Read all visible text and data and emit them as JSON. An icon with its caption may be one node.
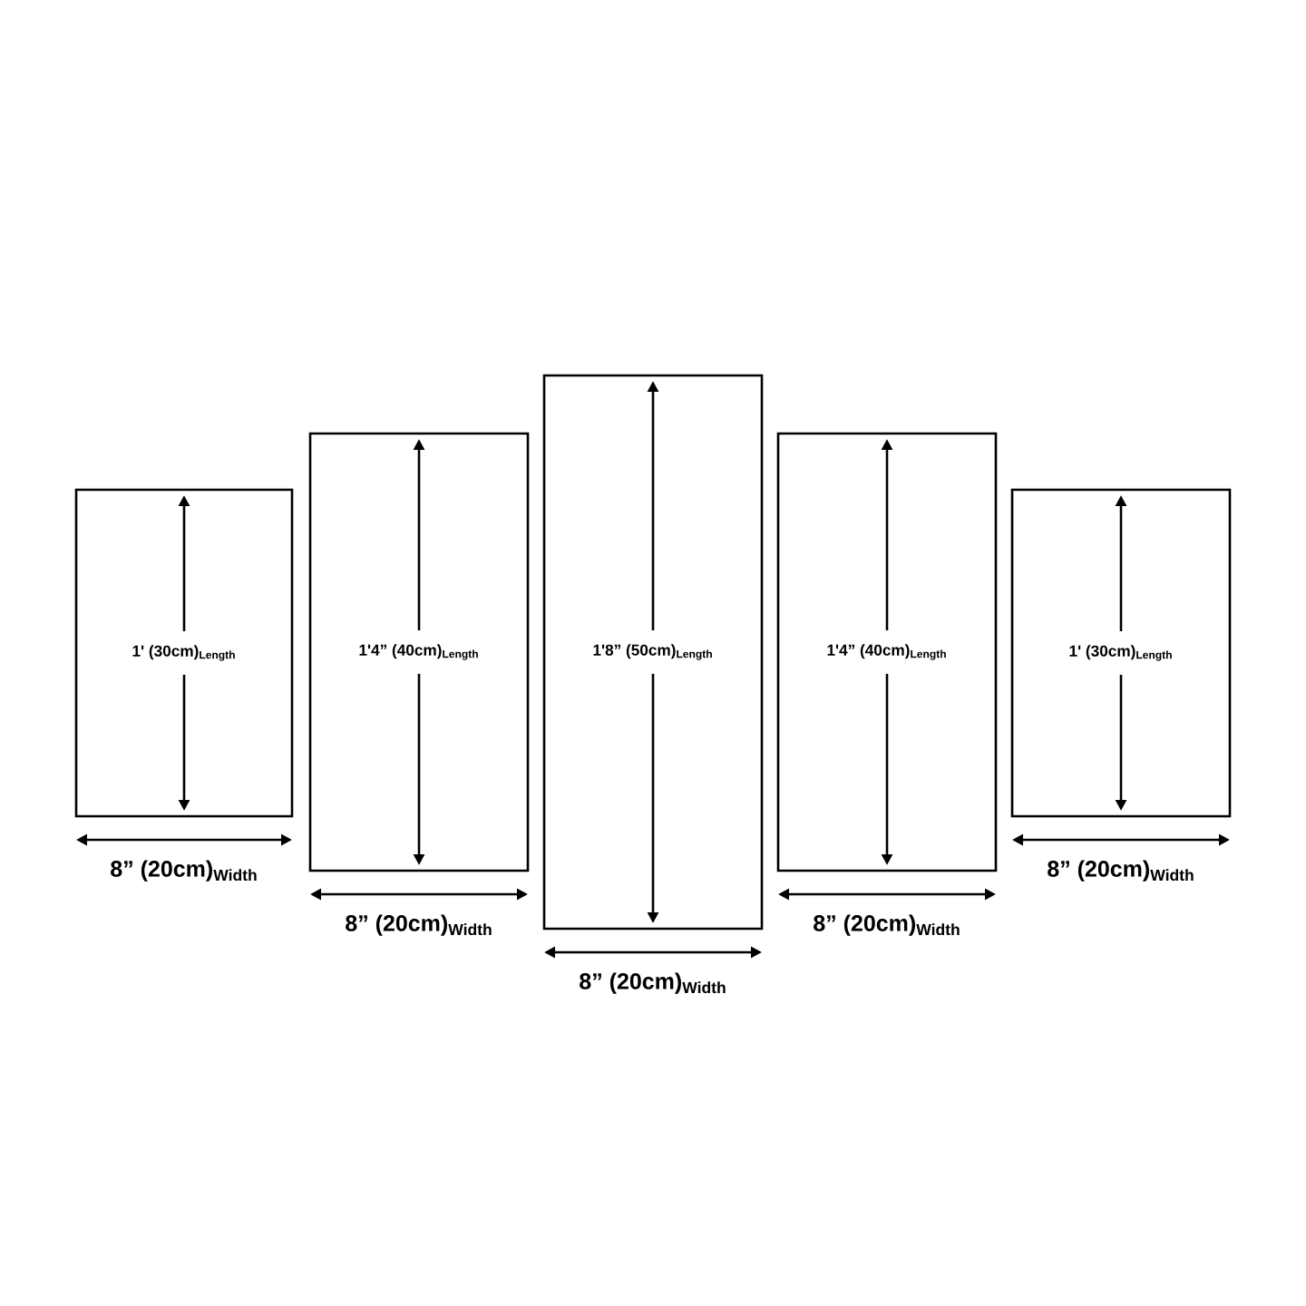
{
  "diagram": {
    "nodes": [
      {
        "text": [
          "1' (30cm)$_{Length}$"
        ],
        "beside": [
          "8” (20cm)$_{Width}$"
        ]
      },
      {
        "text": [
          "1'4” (40cm)$_{Length}$"
        ],
        "beside": [
          "8” (20cm)$_{Width}$"
        ]
      },
      {
        "text": [
          "1'8” (50cm)$_{Length}$"
        ],
        "beside": [
          "8” (20cm)$_{Width}$"
        ]
      },
      {
        "text": [
          "1'4” (40cm)$_{Length}$"
        ],
        "beside": [
          "8” (20cm)$_{Width}$"
        ]
      },
      {
        "text": [
          "1' (30cm)$_{Length}$"
        ],
        "beside": [
          "8” (20cm)$_{Width}$"
        ]
      }
    ]
  }
}
